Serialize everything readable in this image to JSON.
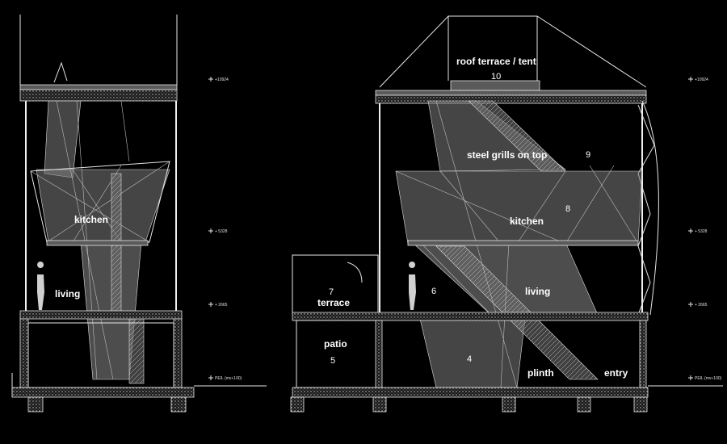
{
  "left_section": {
    "labels": {
      "kitchen": "kitchen",
      "living": "living"
    },
    "levels": {
      "top": "+10924",
      "mid": "+ 5328",
      "low": "+ 2665",
      "base": "PEIL (mv+100)"
    }
  },
  "right_section": {
    "labels": {
      "roof": "roof terrace / tent",
      "grills": "steel grills on top",
      "kitchen": "kitchen",
      "living": "living",
      "terrace": "terrace",
      "patio": "patio",
      "plinth": "plinth",
      "entry": "entry"
    },
    "numbers": {
      "n10": "10",
      "n9": "9",
      "n8": "8",
      "n7": "7",
      "n6": "6",
      "n5": "5",
      "n4": "4"
    },
    "levels": {
      "top": "+10924",
      "mid": "+ 5328",
      "low": "+ 2665",
      "base": "PEIL (mv+100)"
    }
  }
}
